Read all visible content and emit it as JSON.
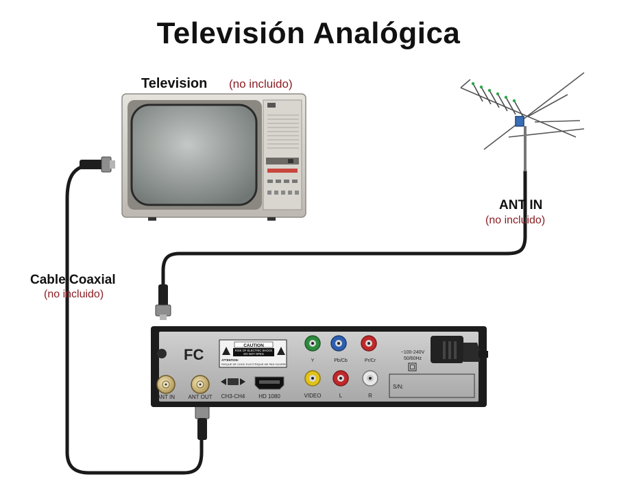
{
  "title": "Televisión Analógica",
  "television": {
    "label": "Television",
    "note": "(no incluido)"
  },
  "antenna": {
    "label": "ANT IN",
    "note": "(no incluido)"
  },
  "cable": {
    "label": "Cable Coaxial",
    "note": "(no incluido)"
  },
  "receiver": {
    "fcc": "FC",
    "caution_title": "CAUTION",
    "caution_line1": "RISK OF ELECTRIC SHOCK",
    "caution_line2": "DO NOT OPEN",
    "attention_title": "ATTENTION:",
    "attention_text": "RISQUE DE CHOC ELECTRIQUE-NE PAS OUVRIR",
    "ant_in": "ANT IN",
    "ant_out": "ANT OUT",
    "channel": "CH3-CH4",
    "hdmi": "HD 1080",
    "y": "Y",
    "pb": "Pb/Cb",
    "pr": "Pr/Cr",
    "video": "VIDEO",
    "l": "L",
    "r": "R",
    "power_voltage": "~100-240V",
    "power_freq": "50/60Hz",
    "serial": "S/N:"
  },
  "colors": {
    "cable": "#1a1a1a",
    "note_red": "#8b1d24",
    "receiver_body": "#1c1c1c",
    "receiver_panel": "#b9b9b9",
    "green_jack": "#2e8b3e",
    "blue_jack": "#2d5fb0",
    "red_jack": "#c0282a",
    "yellow_jack": "#e3c21b",
    "white_jack": "#e8e8e8"
  }
}
